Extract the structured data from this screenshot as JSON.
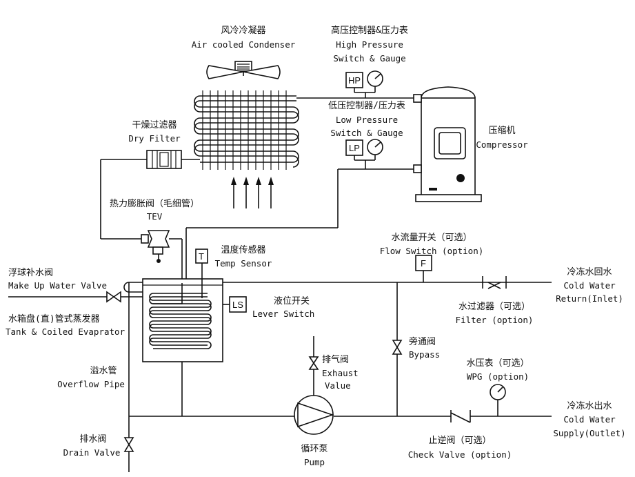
{
  "labels": {
    "condenser_cn": "风冷冷凝器",
    "condenser_en": "Air cooled Condenser",
    "hp_cn": "高压控制器&压力表",
    "hp_en1": "High Pressure",
    "hp_en2": "Switch & Gauge",
    "lp_cn": "低压控制器/压力表",
    "lp_en1": "Low Pressure",
    "lp_en2": "Switch & Gauge",
    "compressor_cn": "压缩机",
    "compressor_en": "Compressor",
    "dryfilter_cn": "干燥过滤器",
    "dryfilter_en": "Dry Filter",
    "tev_cn": "热力膨胀阀（毛细管）",
    "tev_en": "TEV",
    "temp_cn": "温度传感器",
    "temp_en": "Temp Sensor",
    "flow_cn": "水流量开关（可选）",
    "flow_en": "Flow Switch (option)",
    "return_cn": "冷冻水回水",
    "return_en1": "Cold Water",
    "return_en2": "Return(Inlet)",
    "makeup_cn": "浮球补水阀",
    "makeup_en": "Make Up Water Valve",
    "level_cn": "液位开关",
    "level_en": "Lever Switch",
    "tank_cn": "水箱盘(直)管式蒸发器",
    "tank_en": "Tank & Coiled Evaprator",
    "filter_cn": "水过滤器（可选）",
    "filter_en": "Filter (option)",
    "exhaust_cn": "排气阀",
    "exhaust_en1": "Exhaust",
    "exhaust_en2": "Value",
    "bypass_cn": "旁通阀",
    "bypass_en": "Bypass",
    "overflow_cn": "溢水管",
    "overflow_en": "Overflow Pipe",
    "wpg_cn": "水压表（可选）",
    "wpg_en": "WPG (option)",
    "supply_cn": "冷冻水出水",
    "supply_en1": "Cold Water",
    "supply_en2": "Supply(Outlet)",
    "drain_cn": "排水阀",
    "drain_en": "Drain Valve",
    "check_cn": "止逆阀（可选）",
    "check_en": "Check Valve (option)",
    "pump_cn": "循环泵",
    "pump_en": "Pump"
  },
  "boxes": {
    "hp": "HP",
    "lp": "LP",
    "temp": "T",
    "level": "LS",
    "flow": "F"
  }
}
